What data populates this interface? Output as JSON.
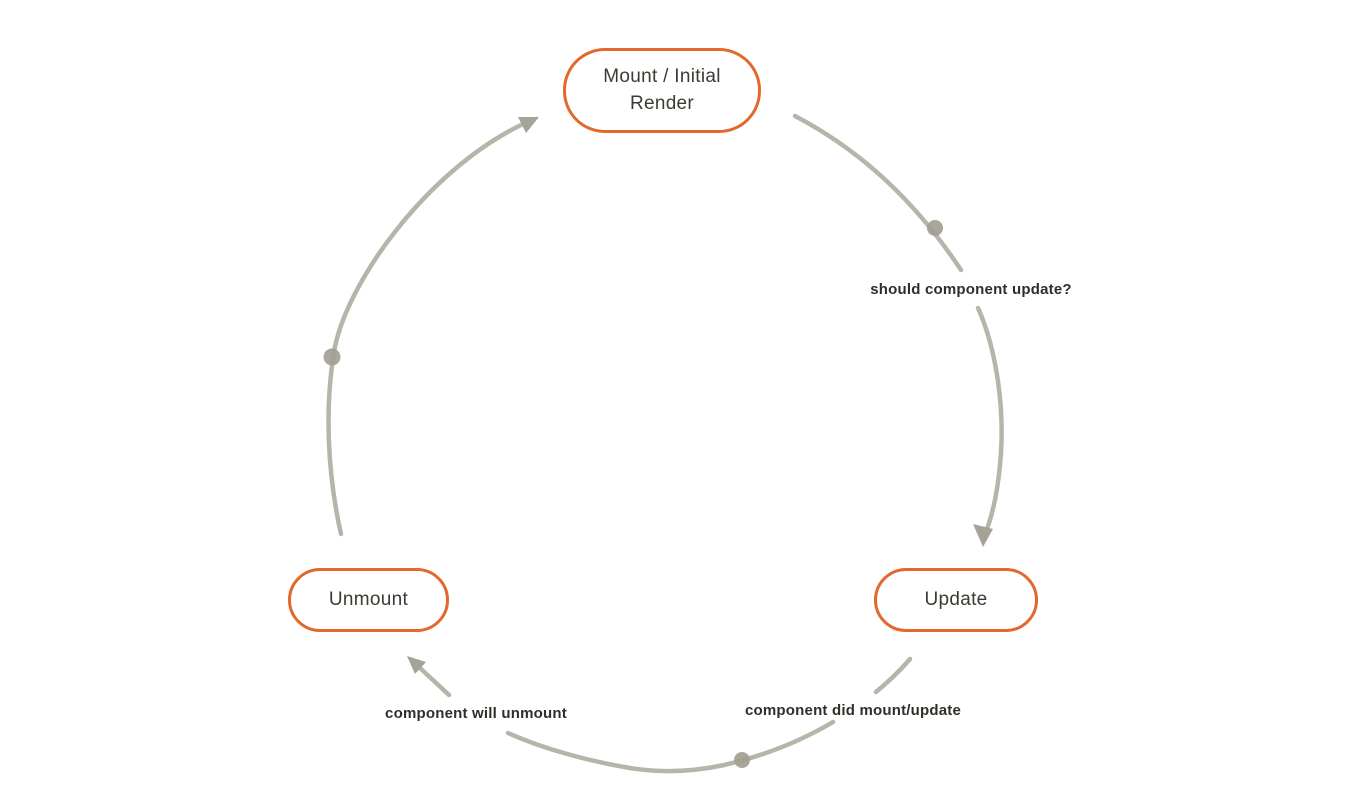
{
  "diagram": {
    "type": "cycle",
    "subject": "component lifecycle",
    "nodes": {
      "mount": {
        "label": "Mount / Initial Render"
      },
      "update": {
        "label": "Update"
      },
      "unmount": {
        "label": "Unmount"
      }
    },
    "edge_labels": {
      "should_component_update": "should component update?",
      "component_did_mount_update": "component did mount/update",
      "component_will_unmount": "component will unmount"
    },
    "edges": [
      {
        "from": "mount",
        "to": "update",
        "label": "should component update?"
      },
      {
        "from": "update",
        "to": "unmount",
        "labels": [
          "component did mount/update",
          "component will unmount"
        ]
      },
      {
        "from": "unmount",
        "to": "mount",
        "label": ""
      }
    ]
  },
  "colors": {
    "background": "#FFFFFF",
    "node_border": "#E2682B",
    "node_text": "#3B3B33",
    "edge_stroke": "#B7B5A9",
    "edge_dot": "#A19F92",
    "arrowhead": "#A5A398",
    "label_text": "#2F2F29"
  }
}
